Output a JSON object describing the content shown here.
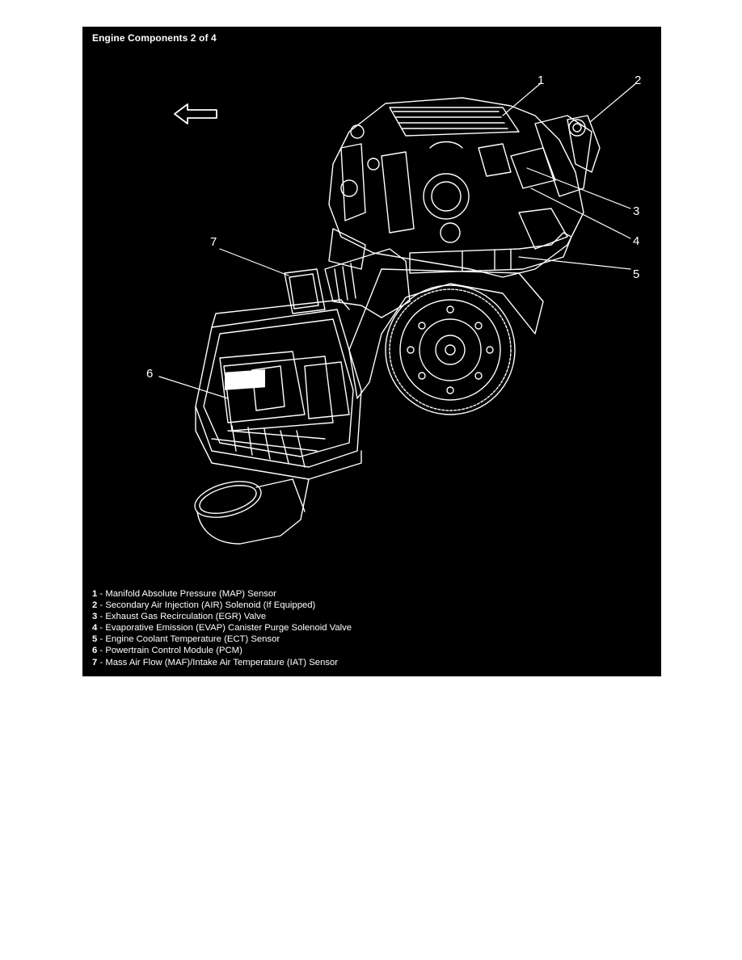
{
  "figure": {
    "title": "Engine Components 2 of 4",
    "callouts": [
      "1",
      "2",
      "3",
      "4",
      "5",
      "6",
      "7"
    ],
    "legend": [
      {
        "num": "1",
        "text": " - Manifold Absolute Pressure (MAP) Sensor"
      },
      {
        "num": "2",
        "text": " - Secondary Air Injection (AIR) Solenoid (If Equipped)"
      },
      {
        "num": "3",
        "text": " - Exhaust Gas Recirculation (EGR) Valve"
      },
      {
        "num": "4",
        "text": " - Evaporative Emission (EVAP) Canister Purge Solenoid Valve"
      },
      {
        "num": "5",
        "text": " - Engine Coolant Temperature (ECT) Sensor"
      },
      {
        "num": "6",
        "text": " - Powertrain Control Module (PCM)"
      },
      {
        "num": "7",
        "text": " - Mass Air Flow (MAF)/Intake Air Temperature (IAT) Sensor"
      }
    ]
  },
  "colors": {
    "background": "#000000",
    "line_art": "#ffffff",
    "page": "#ffffff"
  },
  "icons": {
    "direction_arrow": "left-arrow-icon"
  }
}
